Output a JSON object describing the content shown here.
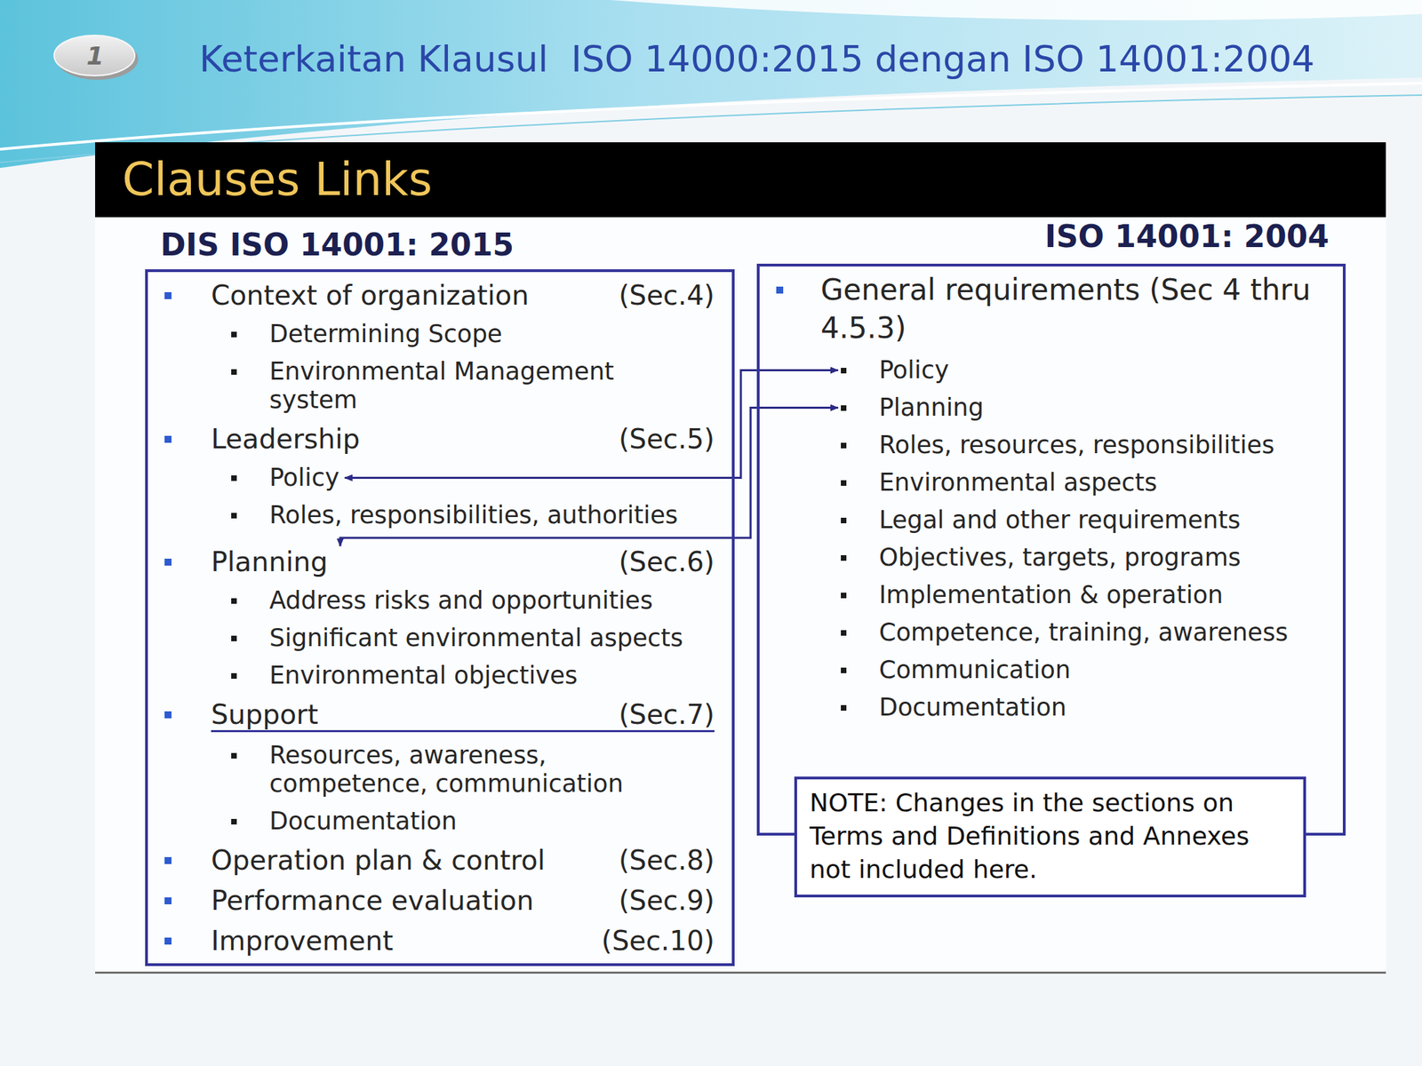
{
  "diagram": {
    "title": "Keterkaitan Klausul  ISO 14000:2015 dengan ISO 14001:2004",
    "nodes": [
      {
        "text": [
          "1"
        ]
      },
      {
        "text": [
          "Clauses Links"
        ]
      },
      {
        "text": [
          "DIS ISO 14001: 2015"
        ]
      },
      {
        "text": [
          "Context of organization",
          "(Sec.4)"
        ],
        "in": 2
      },
      {
        "text": [
          "Determining Scope"
        ],
        "in": 2
      },
      {
        "text": [
          "Environmental Management system"
        ],
        "in": 2
      },
      {
        "text": [
          "Leadership",
          "(Sec.5)"
        ],
        "in": 2
      },
      {
        "text": [
          "Policy"
        ],
        "in": 2
      },
      {
        "text": [
          "Roles, responsibilities, authorities"
        ],
        "in": 2
      },
      {
        "text": [
          "Planning",
          "(Sec.6)"
        ],
        "in": 2
      },
      {
        "text": [
          "Address risks and opportunities"
        ],
        "in": 2
      },
      {
        "text": [
          "Significant environmental aspects"
        ],
        "in": 2
      },
      {
        "text": [
          "Environmental objectives"
        ],
        "in": 2
      },
      {
        "text": [
          "Support",
          "(Sec.7)"
        ],
        "in": 2
      },
      {
        "text": [
          "Resources, awareness, competence, communication"
        ],
        "in": 2
      },
      {
        "text": [
          "Documentation"
        ],
        "in": 2
      },
      {
        "text": [
          "Operation plan & control",
          "(Sec.8)"
        ],
        "in": 2
      },
      {
        "text": [
          "Performance evaluation",
          "(Sec.9)"
        ],
        "in": 2
      },
      {
        "text": [
          "Improvement",
          "(Sec.10)"
        ],
        "in": 2
      },
      {
        "text": [
          "ISO 14001: 2004"
        ]
      },
      {
        "text": [
          "General requirements (Sec 4 thru 4.5.3)"
        ],
        "in": 19
      },
      {
        "text": [
          "Policy"
        ],
        "in": 19
      },
      {
        "text": [
          "Planning"
        ],
        "in": 19
      },
      {
        "text": [
          "Roles, resources, responsibilities"
        ],
        "in": 19
      },
      {
        "text": [
          "Environmental aspects"
        ],
        "in": 19
      },
      {
        "text": [
          "Legal and other requirements"
        ],
        "in": 19
      },
      {
        "text": [
          "Objectives, targets, programs"
        ],
        "in": 19
      },
      {
        "text": [
          "Implementation & operation"
        ],
        "in": 19
      },
      {
        "text": [
          "Competence, training, awareness"
        ],
        "in": 19
      },
      {
        "text": [
          "Communication"
        ],
        "in": 19
      },
      {
        "text": [
          "Documentation"
        ],
        "in": 19
      },
      {
        "text": [
          "NOTE: Changes in the sections on Terms and Definitions and Annexes not included here."
        ]
      }
    ],
    "edges": [
      {
        "from": 21,
        "to": 7,
        "arrow": "both"
      },
      {
        "from": 22,
        "to": 9,
        "arrow": "both"
      }
    ]
  }
}
